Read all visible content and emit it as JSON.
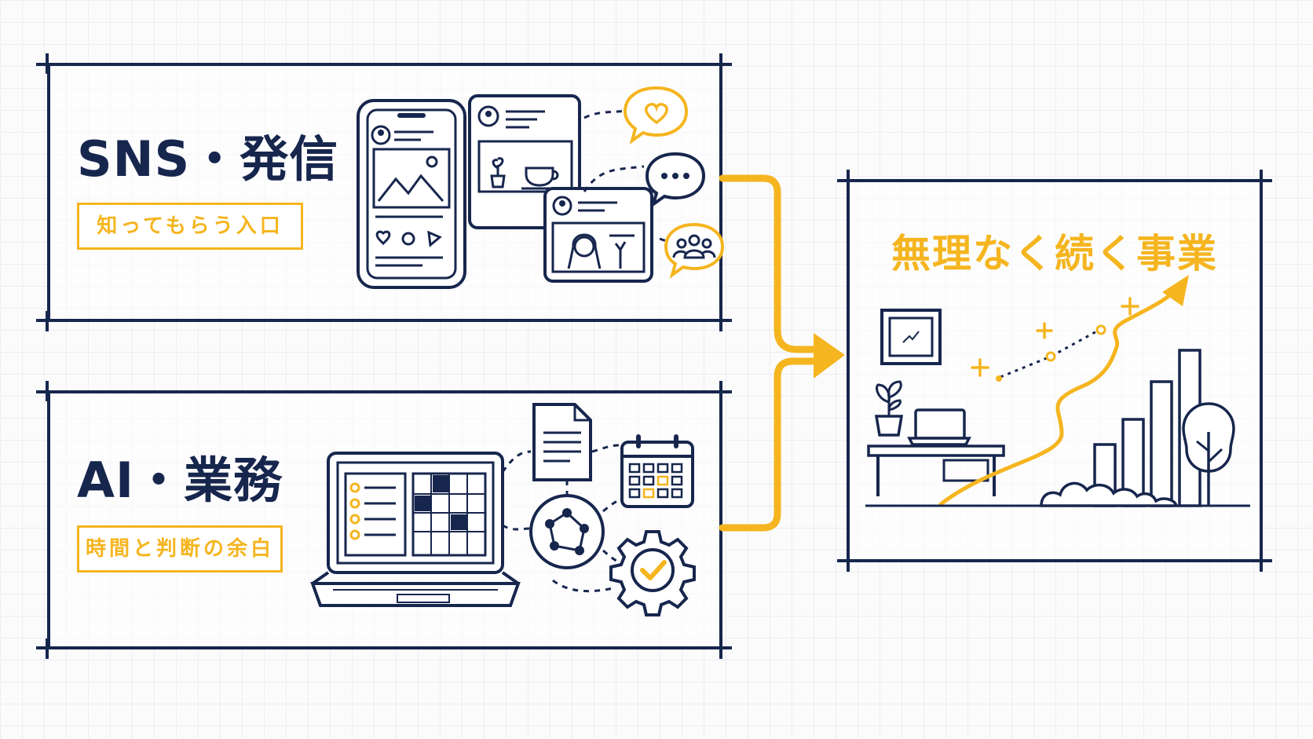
{
  "sns": {
    "title": "SNS・発信",
    "tag": "知ってもらう入口"
  },
  "ai": {
    "title": "AI・業務",
    "tag": "時間と判断の余白"
  },
  "result": {
    "title": "無理なく続く事業"
  },
  "colors": {
    "navy": "#17264d",
    "accent": "#f5b51f",
    "grid": "#eceef2"
  },
  "icons": {
    "sns": [
      "smartphone-icon",
      "post-card-icon",
      "video-post-icon",
      "heart-bubble-icon",
      "chat-bubble-icon",
      "community-bubble-icon"
    ],
    "ai": [
      "laptop-icon",
      "document-icon",
      "calendar-icon",
      "network-icon",
      "gear-check-icon"
    ],
    "result": [
      "picture-frame-icon",
      "plant-icon",
      "desk-icon",
      "growth-arrow-icon",
      "bar-chart-icon",
      "tree-icon",
      "sparkle-icon"
    ]
  }
}
